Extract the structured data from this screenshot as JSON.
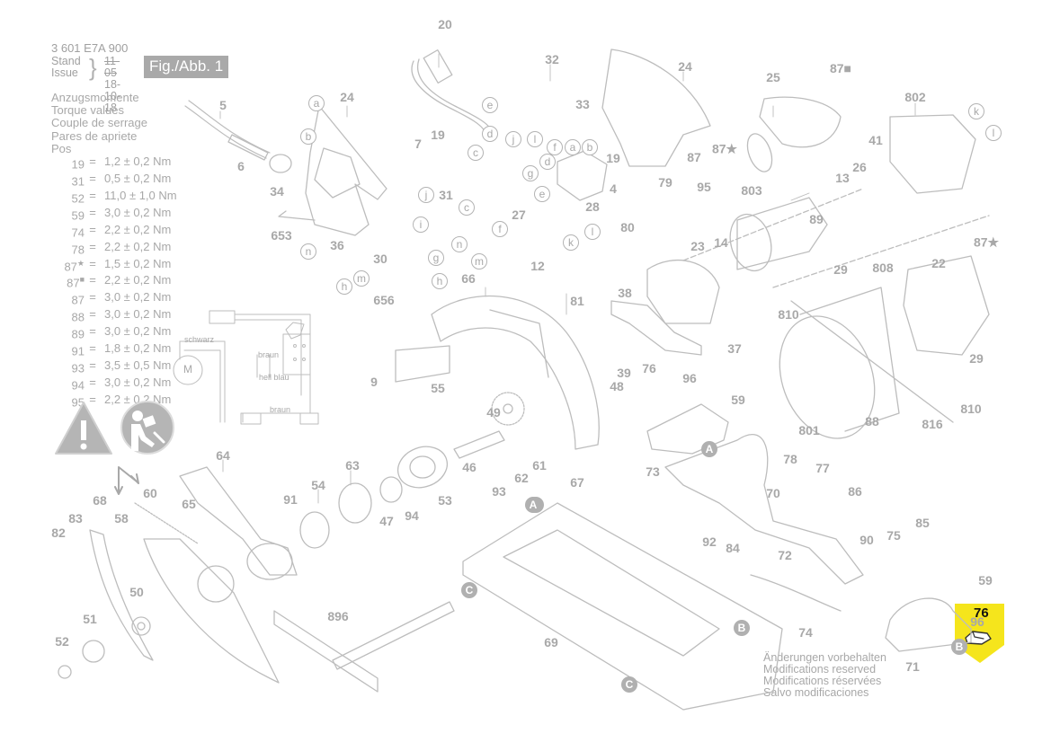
{
  "header": {
    "part_code": "3 601 E7A 900",
    "stand_label": "Stand",
    "issue_label": "Issue",
    "stand_old": "11-05",
    "issue_date": "18-10-18",
    "figure_label": "Fig./Abb. 1"
  },
  "torque": {
    "titles": [
      "Anzugsmomente",
      "Torque values",
      "Couple de serrage",
      "Pares de apriete",
      "Pos"
    ],
    "rows": [
      {
        "pos": "19",
        "mark": "",
        "value": "1,2 ± 0,2 Nm"
      },
      {
        "pos": "31",
        "mark": "",
        "value": "0,5 ± 0,2 Nm"
      },
      {
        "pos": "52",
        "mark": "",
        "value": "11,0 ± 1,0 Nm"
      },
      {
        "pos": "59",
        "mark": "",
        "value": "3,0 ± 0,2 Nm"
      },
      {
        "pos": "74",
        "mark": "",
        "value": "2,2 ± 0,2 Nm"
      },
      {
        "pos": "78",
        "mark": "",
        "value": "2,2 ± 0,2 Nm"
      },
      {
        "pos": "87",
        "mark": "★",
        "value": "1,5 ± 0,2 Nm"
      },
      {
        "pos": "87",
        "mark": "■",
        "value": "2,2 ± 0,2 Nm"
      },
      {
        "pos": "87",
        "mark": "",
        "value": "3,0 ± 0,2 Nm"
      },
      {
        "pos": "88",
        "mark": "",
        "value": "3,0 ± 0,2 Nm"
      },
      {
        "pos": "89",
        "mark": "",
        "value": "3,0 ± 0,2 Nm"
      },
      {
        "pos": "91",
        "mark": "",
        "value": "1,8 ± 0,2 Nm"
      },
      {
        "pos": "93",
        "mark": "",
        "value": "3,5 ± 0,5 Nm"
      },
      {
        "pos": "94",
        "mark": "",
        "value": "3,0 ± 0,2 Nm"
      },
      {
        "pos": "95",
        "mark": "",
        "value": "2,2 ± 0,2 Nm"
      }
    ]
  },
  "wiring": {
    "motor_label": "M",
    "wire_labels": [
      "schwarz",
      "braun",
      "hell blau",
      "braun"
    ]
  },
  "modifications_notice": [
    "Änderungen vorbehalten",
    "Modifications reserved",
    "Modifications réservées",
    "Salvo modificaciones"
  ],
  "highlighted_part": {
    "label": "76",
    "color": "#f5e51c"
  },
  "part_labels": [
    {
      "id": "20"
    },
    {
      "id": "32"
    },
    {
      "id": "33"
    },
    {
      "id": "24"
    },
    {
      "id": "24"
    },
    {
      "id": "25"
    },
    {
      "id": "87■"
    },
    {
      "id": "802"
    },
    {
      "id": "5"
    },
    {
      "id": "6"
    },
    {
      "id": "34"
    },
    {
      "id": "7"
    },
    {
      "id": "19"
    },
    {
      "id": "19"
    },
    {
      "id": "4"
    },
    {
      "id": "87"
    },
    {
      "id": "87★"
    },
    {
      "id": "13"
    },
    {
      "id": "26"
    },
    {
      "id": "41"
    },
    {
      "id": "89"
    },
    {
      "id": "803"
    },
    {
      "id": "79"
    },
    {
      "id": "95"
    },
    {
      "id": "31"
    },
    {
      "id": "27"
    },
    {
      "id": "28"
    },
    {
      "id": "80"
    },
    {
      "id": "23"
    },
    {
      "id": "14"
    },
    {
      "id": "653"
    },
    {
      "id": "36"
    },
    {
      "id": "30"
    },
    {
      "id": "12"
    },
    {
      "id": "66"
    },
    {
      "id": "656"
    },
    {
      "id": "81"
    },
    {
      "id": "38"
    },
    {
      "id": "37"
    },
    {
      "id": "29"
    },
    {
      "id": "808"
    },
    {
      "id": "22"
    },
    {
      "id": "87★"
    },
    {
      "id": "810"
    },
    {
      "id": "9"
    },
    {
      "id": "55"
    },
    {
      "id": "48"
    },
    {
      "id": "39"
    },
    {
      "id": "76"
    },
    {
      "id": "96"
    },
    {
      "id": "59"
    },
    {
      "id": "49"
    },
    {
      "id": "29"
    },
    {
      "id": "810"
    },
    {
      "id": "816"
    },
    {
      "id": "88"
    },
    {
      "id": "801"
    },
    {
      "id": "64"
    },
    {
      "id": "63"
    },
    {
      "id": "46"
    },
    {
      "id": "61"
    },
    {
      "id": "62"
    },
    {
      "id": "93"
    },
    {
      "id": "67"
    },
    {
      "id": "73"
    },
    {
      "id": "53"
    },
    {
      "id": "54"
    },
    {
      "id": "47"
    },
    {
      "id": "94"
    },
    {
      "id": "91"
    },
    {
      "id": "65"
    },
    {
      "id": "60"
    },
    {
      "id": "68"
    },
    {
      "id": "58"
    },
    {
      "id": "83"
    },
    {
      "id": "82"
    },
    {
      "id": "78"
    },
    {
      "id": "77"
    },
    {
      "id": "70"
    },
    {
      "id": "86"
    },
    {
      "id": "92"
    },
    {
      "id": "84"
    },
    {
      "id": "72"
    },
    {
      "id": "90"
    },
    {
      "id": "75"
    },
    {
      "id": "85"
    },
    {
      "id": "59"
    },
    {
      "id": "96"
    },
    {
      "id": "50"
    },
    {
      "id": "51"
    },
    {
      "id": "52"
    },
    {
      "id": "896"
    },
    {
      "id": "69"
    },
    {
      "id": "74"
    },
    {
      "id": "71"
    }
  ],
  "connector_letters": [
    "a",
    "b",
    "e",
    "d",
    "c",
    "j",
    "l",
    "f",
    "a",
    "b",
    "d",
    "g",
    "e",
    "j",
    "c",
    "i",
    "n",
    "f",
    "m",
    "g",
    "h",
    "n",
    "m",
    "h",
    "l",
    "k",
    "k",
    "l"
  ],
  "reference_markers": [
    "A",
    "A",
    "A",
    "B",
    "B",
    "C",
    "C"
  ]
}
